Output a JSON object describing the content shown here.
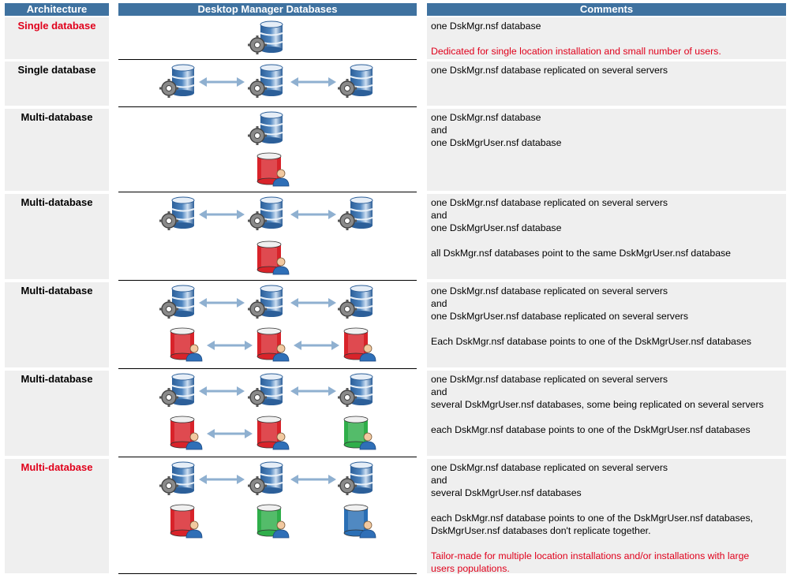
{
  "headers": {
    "architecture": "Architecture",
    "databases": "Desktop Manager Databases",
    "comments": "Comments"
  },
  "rows": [
    {
      "architecture": "Single database",
      "architecture_highlight": true,
      "comments": [
        {
          "text": "one DskMgr.nsf database",
          "red": false
        },
        {
          "text": "",
          "red": false
        },
        {
          "text": "Dedicated for single location installation and small number of users.",
          "red": true
        }
      ]
    },
    {
      "architecture": "Single database",
      "architecture_highlight": false,
      "comments": [
        {
          "text": "one DskMgr.nsf database replicated on several servers",
          "red": false
        }
      ]
    },
    {
      "architecture": "Multi-database",
      "architecture_highlight": false,
      "comments": [
        {
          "text": "one DskMgr.nsf database",
          "red": false
        },
        {
          "text": "and",
          "red": false
        },
        {
          "text": "one DskMgrUser.nsf database",
          "red": false
        }
      ]
    },
    {
      "architecture": "Multi-database",
      "architecture_highlight": false,
      "comments": [
        {
          "text": "one DskMgr.nsf database replicated on several servers",
          "red": false
        },
        {
          "text": "and",
          "red": false
        },
        {
          "text": "one DskMgrUser.nsf database",
          "red": false
        },
        {
          "text": "",
          "red": false
        },
        {
          "text": "all DskMgr.nsf databases point to the same DskMgrUser.nsf database",
          "red": false
        }
      ]
    },
    {
      "architecture": "Multi-database",
      "architecture_highlight": false,
      "comments": [
        {
          "text": "one DskMgr.nsf database replicated on several servers",
          "red": false
        },
        {
          "text": "and",
          "red": false
        },
        {
          "text": "one DskMgrUser.nsf database replicated on several servers",
          "red": false
        },
        {
          "text": "",
          "red": false
        },
        {
          "text": "Each DskMgr.nsf database points to one of the DskMgrUser.nsf databases",
          "red": false
        }
      ]
    },
    {
      "architecture": "Multi-database",
      "architecture_highlight": false,
      "comments": [
        {
          "text": "one DskMgr.nsf database replicated on several servers",
          "red": false
        },
        {
          "text": "and",
          "red": false
        },
        {
          "text": "several DskMgrUser.nsf databases, some being replicated on several servers",
          "red": false
        },
        {
          "text": "",
          "red": false
        },
        {
          "text": "each DskMgr.nsf database points to one of the DskMgrUser.nsf databases",
          "red": false
        }
      ]
    },
    {
      "architecture": "Multi-database",
      "architecture_highlight": true,
      "comments": [
        {
          "text": "one DskMgr.nsf database replicated on several servers",
          "red": false
        },
        {
          "text": "and",
          "red": false
        },
        {
          "text": "several DskMgrUser.nsf databases",
          "red": false
        },
        {
          "text": "",
          "red": false
        },
        {
          "text": "each DskMgr.nsf database points to one of the DskMgrUser.nsf databases,",
          "red": false
        },
        {
          "text": "DskMgrUser.nsf databases don't replicate together.",
          "red": false
        },
        {
          "text": "",
          "red": false
        },
        {
          "text": "Tailor-made for multiple location installations and/or installations with large",
          "red": true
        },
        {
          "text": "users populations.",
          "red": true
        }
      ]
    }
  ],
  "colors": {
    "header_bg": "#3f72a0",
    "cell_bg": "#efefef",
    "highlight_text": "#e0001b",
    "server_db": "#4f86c0",
    "user_db_red": "#d8232a",
    "user_db_green": "#2fae4a",
    "user_db_blue": "#2a6fb5",
    "arrow": "#8fb0d0"
  },
  "icons": {
    "server_db": "database-gear-icon",
    "user_db": "database-user-icon",
    "replication": "double-arrow-icon"
  }
}
